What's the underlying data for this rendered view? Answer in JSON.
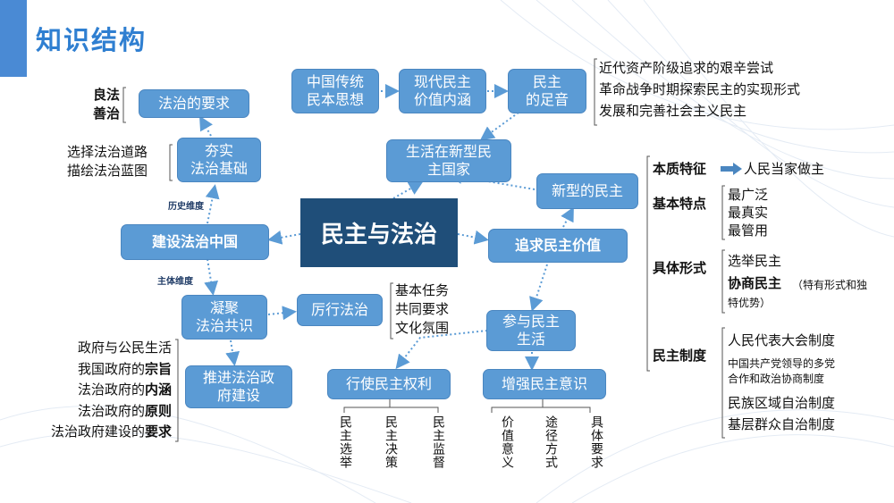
{
  "title": "知识结构",
  "center": "民主与法治",
  "left": {
    "build": "建设法治中国",
    "history_label": "历史维度",
    "subject_label": "主体维度",
    "foundation": "夯实\n法治基础",
    "requirement": "法治的要求",
    "requirement_items": [
      "良法",
      "善治"
    ],
    "foundation_items": [
      "选择法治道路",
      "描绘法治蓝图"
    ],
    "consensus": "凝聚\n法治共识",
    "practice": "厉行法治",
    "practice_items": [
      "基本任务",
      "共同要求",
      "文化氛围"
    ],
    "government": "推进法治政\n府建设",
    "gov_items": [
      {
        "a": "政府与公民生活",
        "b": ""
      },
      {
        "a": "我国政府的",
        "b": "宗旨"
      },
      {
        "a": "法治政府的",
        "b": "内涵"
      },
      {
        "a": "法治政府的",
        "b": "原则"
      },
      {
        "a": "法治政府建设的",
        "b": "要求"
      }
    ]
  },
  "top": {
    "traditional": "中国传统\n民本思想",
    "modern": "现代民主\n价值内涵",
    "footsteps": "民主\n的足音",
    "footsteps_items": [
      "近代资产阶级追求的艰辛尝试",
      "革命战争时期探索民主的实现形式",
      "发展和完善社会主义民主"
    ],
    "new_country": "生活在新型民\n主国家",
    "new_democracy": "新型的民主"
  },
  "right": {
    "pursue": "追求民主价值",
    "participate": "参与民主\n生活",
    "exercise": "行使民主权利",
    "exercise_items": [
      "民主选举",
      "民主决策",
      "民主监督"
    ],
    "enhance": "增强民主意识",
    "enhance_items": [
      "价值意义",
      "途径方式",
      "具体要求"
    ]
  },
  "features": {
    "essence_label": "本质特征",
    "essence_value": "人民当家做主",
    "basic_label": "基本特点",
    "basic_items": [
      "最广泛",
      "最真实",
      "最管用"
    ],
    "form_label": "具体形式",
    "form_items": [
      "选举民主",
      "协商民主"
    ],
    "form_note": "（特有形式和独",
    "form_note2": "特优势）",
    "system_label": "民主制度",
    "system_items": [
      "人民代表大会制度",
      "中国共产党领导的多党",
      "合作和政治协商制度",
      "民族区域自治制度",
      "基层群众自治制度"
    ]
  },
  "colors": {
    "node": "#5b9bd5",
    "center": "#1f4e79",
    "title": "#2f7fd1",
    "arrow": "#5b9bd5"
  }
}
